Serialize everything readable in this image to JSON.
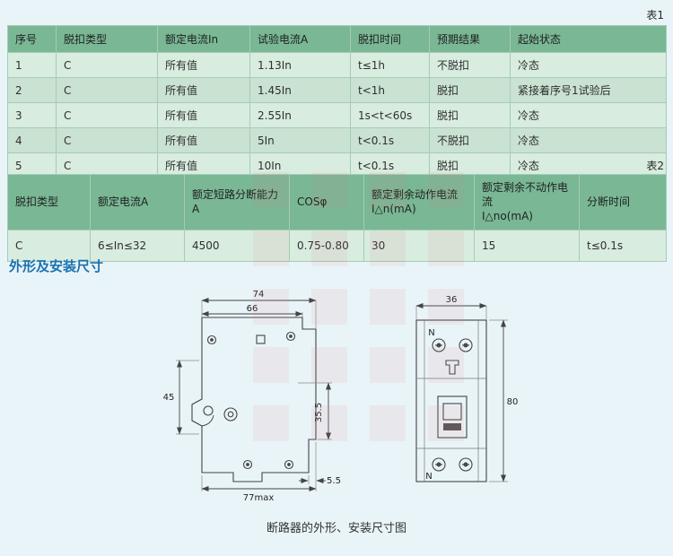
{
  "labels": {
    "table1_tag": "表1",
    "table2_tag": "表2",
    "section_title": "外形及安装尺寸",
    "caption": "断路器的外形、安装尺寸图"
  },
  "table1": {
    "headers": [
      "序号",
      "脱扣类型",
      "额定电流In",
      "试验电流A",
      "脱扣时间",
      "预期结果",
      "起始状态"
    ],
    "rows": [
      [
        "1",
        "C",
        "所有值",
        "1.13In",
        "t≤1h",
        "不脱扣",
        "冷态"
      ],
      [
        "2",
        "C",
        "所有值",
        "1.45In",
        "t<1h",
        "脱扣",
        "紧接着序号1试验后"
      ],
      [
        "3",
        "C",
        "所有值",
        "2.55In",
        "1s<t<60s",
        "脱扣",
        "冷态"
      ],
      [
        "4",
        "C",
        "所有值",
        "5In",
        "t<0.1s",
        "不脱扣",
        "冷态"
      ],
      [
        "5",
        "C",
        "所有值",
        "10In",
        "t<0.1s",
        "脱扣",
        "冷态"
      ]
    ]
  },
  "table2": {
    "headers": [
      "脱扣类型",
      "额定电流A",
      "额定短路分断能力A",
      "COSφ",
      "额定剩余动作电流\nI△n(mA)",
      "额定剩余不动作电流\nI△no(mA)",
      "分断时间"
    ],
    "rows": [
      [
        "C",
        "6≤In≤32",
        "4500",
        "0.75-0.80",
        "30",
        "15",
        "t≤0.1s"
      ]
    ]
  },
  "drawing": {
    "dim_74": "74",
    "dim_66": "66",
    "dim_45": "45",
    "dim_35_5": "35.5",
    "dim_77max": "77max",
    "dim_5_5": "5.5",
    "dim_36": "36",
    "dim_80": "80",
    "n_top": "N",
    "n_bottom": "N"
  },
  "colors": {
    "page_bg": "#e9f4f8",
    "table_header_bg": "#79b795",
    "row_light": "#d8ecdf",
    "row_dark": "#c9e2d2",
    "section_title_blue": "#1b72b0",
    "watermark_pink": "#e27d87"
  }
}
